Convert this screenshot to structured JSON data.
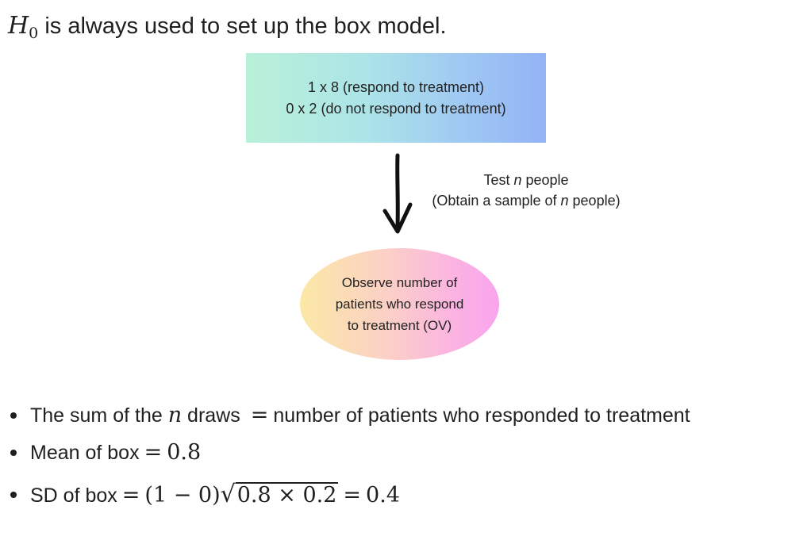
{
  "heading": {
    "symbol": "H",
    "subscript": "0",
    "text": "is always used to set up the box model."
  },
  "box_model": {
    "line1": "1 x 8 (respond to treatment)",
    "line2": "0 x 2 (do not respond to treatment)"
  },
  "arrow_label": {
    "line1_pre": "Test",
    "var": "n",
    "line1_post": "people",
    "line2_pre": "(Obtain a sample of",
    "line2_post": "people)"
  },
  "observation": {
    "line1": "Observe number of",
    "line2": "patients who respond",
    "line3": "to treatment (OV)"
  },
  "bullets": {
    "b1_pre": "The sum of the",
    "b1_var": "n",
    "b1_mid": "draws",
    "b1_eq": "=",
    "b1_post": "number of patients who responded to treatment",
    "b2_text": "Mean of box",
    "b2_eq": "=",
    "b2_value": "0.8",
    "b3_text": "SD of box",
    "b3_eq": "=",
    "b3_factor": "(1 − 0)",
    "b3_radical": "√",
    "b3_radicand": "0.8 × 0.2",
    "b3_eq2": "=",
    "b3_value": "0.4"
  }
}
